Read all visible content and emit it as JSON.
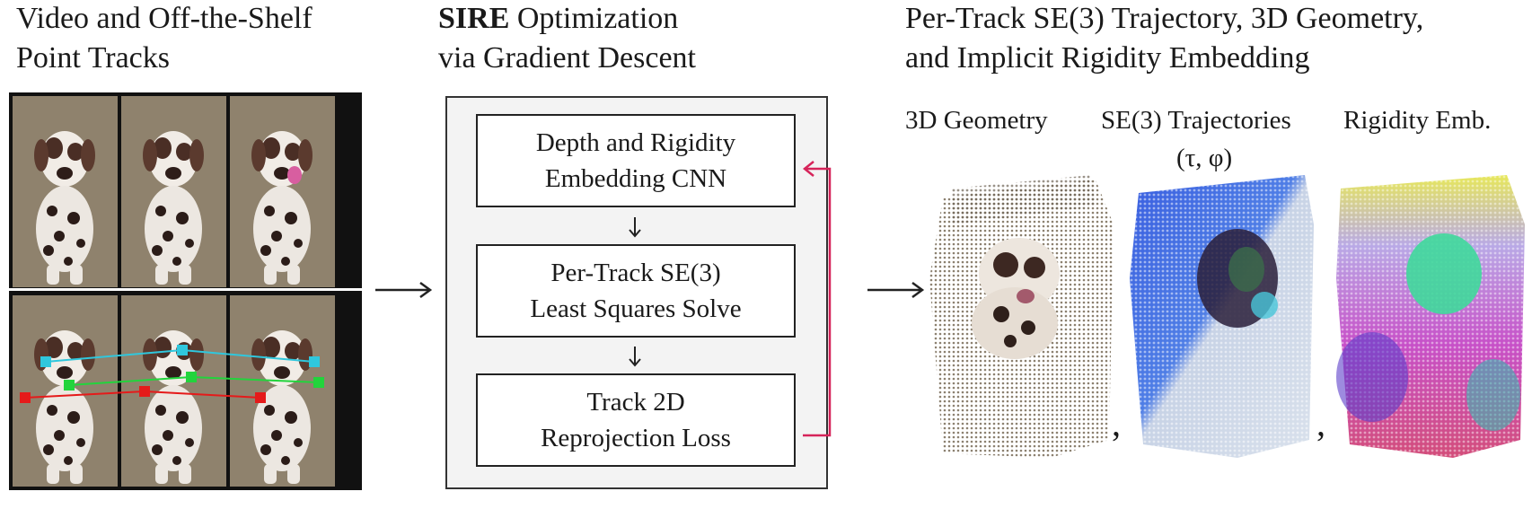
{
  "input": {
    "title_line1": "Video and Off-the-Shelf",
    "title_line2": "Point Tracks"
  },
  "optimization": {
    "title_bold": "SIRE",
    "title_rest": " Optimization",
    "title_line2": "via Gradient Descent",
    "box1_line1": "Depth and Rigidity",
    "box1_line2": "Embedding CNN",
    "box2_line1": "Per-Track SE(3)",
    "box2_line2": "Least Squares Solve",
    "box3_line1": "Track 2D",
    "box3_line2": "Reprojection Loss"
  },
  "output": {
    "title_line1": "Per-Track SE(3) Trajectory, 3D Geometry,",
    "title_line2": "and Implicit Rigidity Embedding",
    "label_geometry": "3D Geometry",
    "label_trajectories": "SE(3) Trajectories",
    "label_trajectories_params": "(τ, φ)",
    "label_rigidity": "Rigidity Emb.",
    "separator": ","
  },
  "colors": {
    "track_cyan": "#2fc7dd",
    "track_green": "#22d43c",
    "track_red": "#e51a1a",
    "feedback_arrow": "#d6245a",
    "panel_bg": "#f3f3f3"
  },
  "icons": [
    "arrow-right-icon",
    "arrow-down-icon",
    "feedback-loop-arrow-icon"
  ]
}
